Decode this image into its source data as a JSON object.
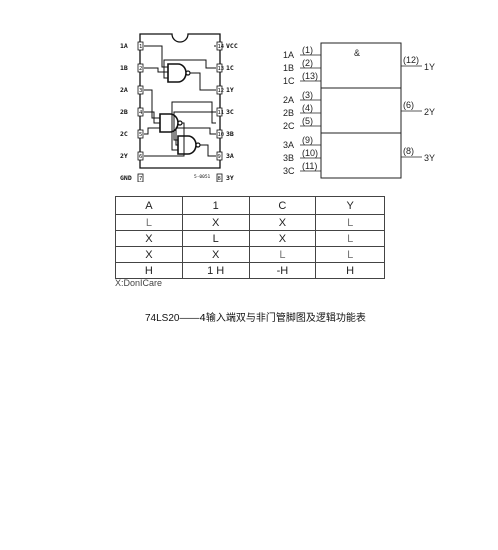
{
  "pin_diagram": {
    "left_pins": [
      {
        "label": "1A",
        "num": "1"
      },
      {
        "label": "1B",
        "num": "2"
      },
      {
        "label": "2A",
        "num": "3"
      },
      {
        "label": "2B",
        "num": "4"
      },
      {
        "label": "2C",
        "num": "5"
      },
      {
        "label": "2Y",
        "num": "6"
      },
      {
        "label": "GND",
        "num": "7"
      }
    ],
    "right_pins": [
      {
        "label": "VCC",
        "num": "14"
      },
      {
        "label": "1C",
        "num": "13"
      },
      {
        "label": "1Y",
        "num": "12"
      },
      {
        "label": "3C",
        "num": "11"
      },
      {
        "label": "3B",
        "num": "10"
      },
      {
        "label": "3A",
        "num": "9"
      },
      {
        "label": "3Y",
        "num": "8"
      }
    ],
    "code": "5-0051"
  },
  "logic_symbol": {
    "symbol": "&",
    "inputs": [
      {
        "label": "1A",
        "num": "(1)"
      },
      {
        "label": "1B",
        "num": "(2)"
      },
      {
        "label": "1C",
        "num": "(13)"
      },
      {
        "label": "2A",
        "num": "(3)"
      },
      {
        "label": "2B",
        "num": "(4)"
      },
      {
        "label": "2C",
        "num": "(5)"
      },
      {
        "label": "3A",
        "num": "(9)"
      },
      {
        "label": "3B",
        "num": "(10)"
      },
      {
        "label": "3C",
        "num": "(11)"
      }
    ],
    "outputs": [
      {
        "label": "1Y",
        "num": "(12)"
      },
      {
        "label": "2Y",
        "num": "(6)"
      },
      {
        "label": "3Y",
        "num": "(8)"
      }
    ]
  },
  "truth_table": {
    "headers": [
      "A",
      "1",
      "C",
      "Y"
    ],
    "rows": [
      [
        "L",
        "X",
        "X",
        "L"
      ],
      [
        "X",
        "L",
        "X",
        "L"
      ],
      [
        "X",
        "X",
        "L",
        "L"
      ],
      [
        "H",
        "1 H",
        "-H",
        "H"
      ]
    ]
  },
  "dont_care_note": "X:DonICare",
  "caption": {
    "part": "74LS20——",
    "desc": "4输入端双与非门管脚图及逻辑功能表"
  }
}
